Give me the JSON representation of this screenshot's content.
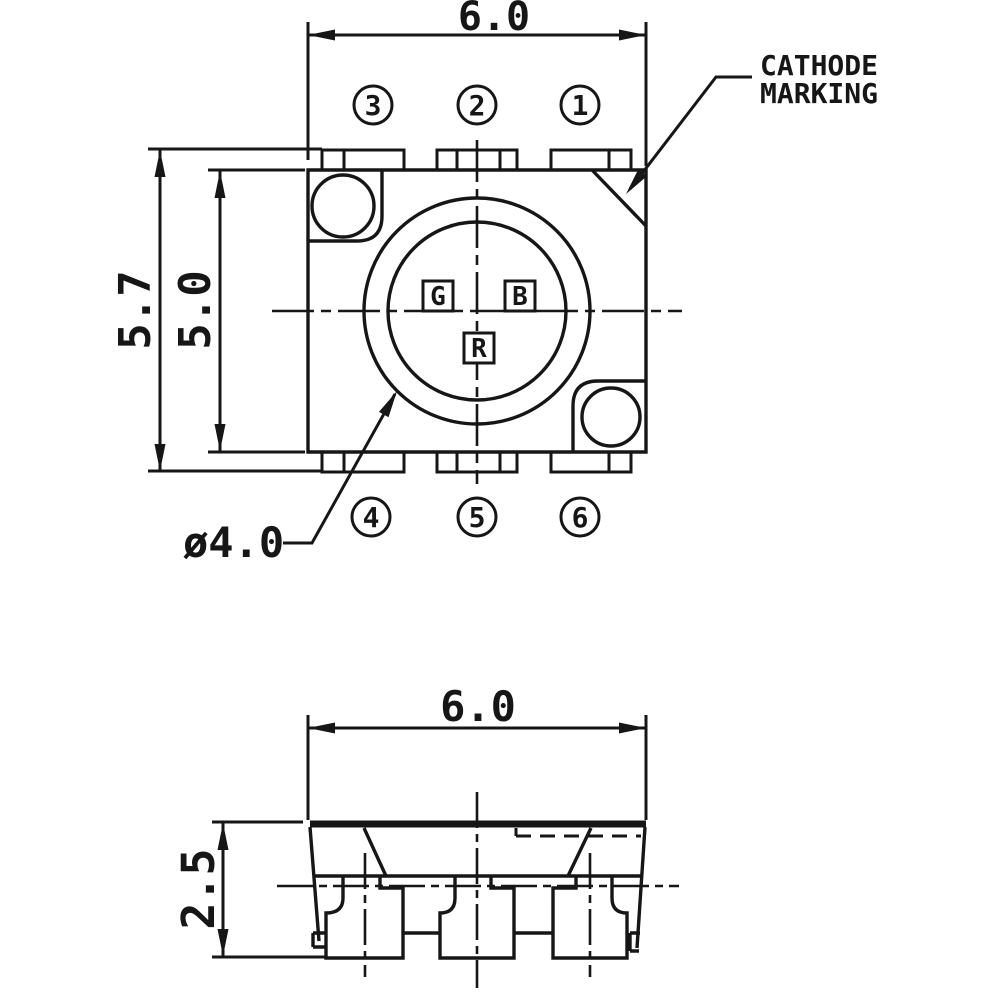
{
  "drawing": {
    "kind": "LED package mechanical drawing",
    "colors": {
      "line": "#161616",
      "background": "#ffffff"
    },
    "callout": {
      "line1": "CATHODE",
      "line2": "MARKING"
    },
    "dimensions": {
      "top_width": "6.0",
      "overall_height": "5.7",
      "body_height": "5.0",
      "lens_diameter": "ø4.0",
      "side_width": "6.0",
      "side_height": "2.5"
    },
    "pins": {
      "top": [
        "3",
        "2",
        "1"
      ],
      "bottom": [
        "4",
        "5",
        "6"
      ]
    },
    "dies": {
      "left": "G",
      "right": "B",
      "bottom": "R"
    }
  }
}
